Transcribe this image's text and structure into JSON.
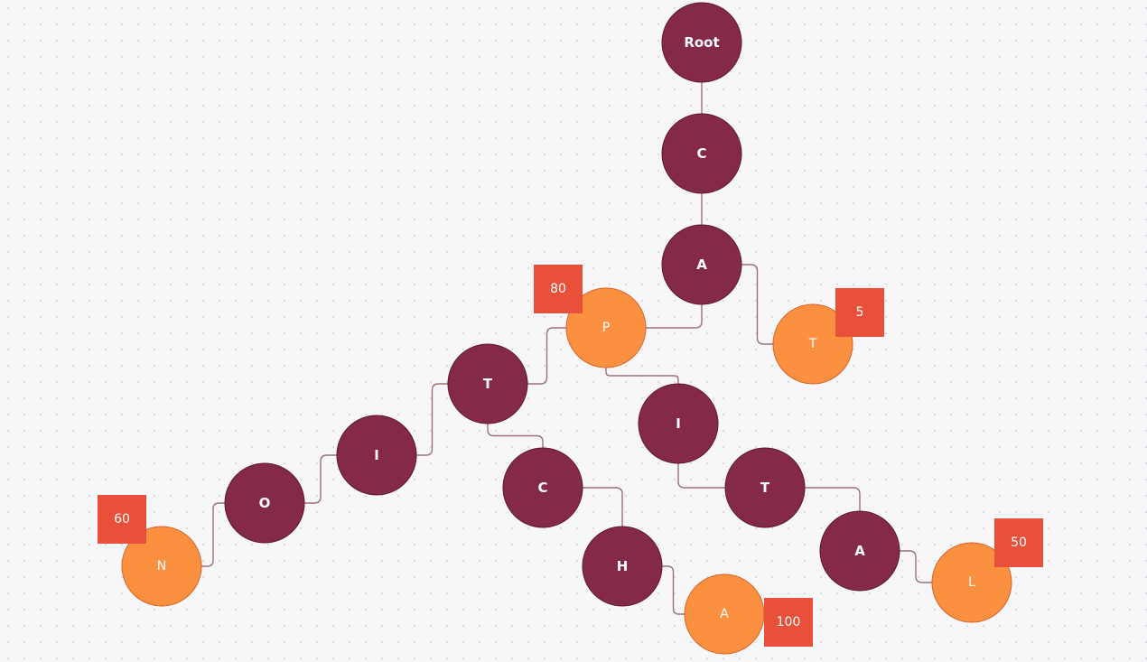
{
  "colors": {
    "internal_node": "#85294a",
    "internal_stroke": "#5e1a33",
    "terminal_node": "#fb9040",
    "terminal_stroke": "#d6652a",
    "badge": "#e8503a",
    "edge": "#9a7278"
  },
  "nodes": [
    {
      "id": "root",
      "label": "Root",
      "kind": "internal"
    },
    {
      "id": "c1",
      "label": "C",
      "kind": "internal"
    },
    {
      "id": "a1",
      "label": "A",
      "kind": "internal"
    },
    {
      "id": "p",
      "label": "P",
      "kind": "terminal",
      "badge": "80"
    },
    {
      "id": "t1",
      "label": "T",
      "kind": "terminal",
      "badge": "5"
    },
    {
      "id": "t2",
      "label": "T",
      "kind": "internal"
    },
    {
      "id": "i1",
      "label": "I",
      "kind": "internal"
    },
    {
      "id": "i2",
      "label": "I",
      "kind": "internal"
    },
    {
      "id": "o",
      "label": "O",
      "kind": "internal"
    },
    {
      "id": "n",
      "label": "N",
      "kind": "terminal",
      "badge": "60"
    },
    {
      "id": "c2",
      "label": "C",
      "kind": "internal"
    },
    {
      "id": "h",
      "label": "H",
      "kind": "internal"
    },
    {
      "id": "a2",
      "label": "A",
      "kind": "terminal",
      "badge": "100"
    },
    {
      "id": "t3",
      "label": "T",
      "kind": "internal"
    },
    {
      "id": "a3",
      "label": "A",
      "kind": "internal"
    },
    {
      "id": "l",
      "label": "L",
      "kind": "terminal",
      "badge": "50"
    }
  ],
  "edges": [
    {
      "from": "root",
      "to": "c1"
    },
    {
      "from": "c1",
      "to": "a1"
    },
    {
      "from": "a1",
      "to": "p"
    },
    {
      "from": "a1",
      "to": "t1"
    },
    {
      "from": "p",
      "to": "t2"
    },
    {
      "from": "p",
      "to": "i2"
    },
    {
      "from": "t2",
      "to": "i1"
    },
    {
      "from": "i1",
      "to": "o"
    },
    {
      "from": "o",
      "to": "n"
    },
    {
      "from": "t2",
      "to": "c2"
    },
    {
      "from": "c2",
      "to": "h"
    },
    {
      "from": "h",
      "to": "a2"
    },
    {
      "from": "i2",
      "to": "t3"
    },
    {
      "from": "t3",
      "to": "a3"
    },
    {
      "from": "a3",
      "to": "l"
    }
  ]
}
